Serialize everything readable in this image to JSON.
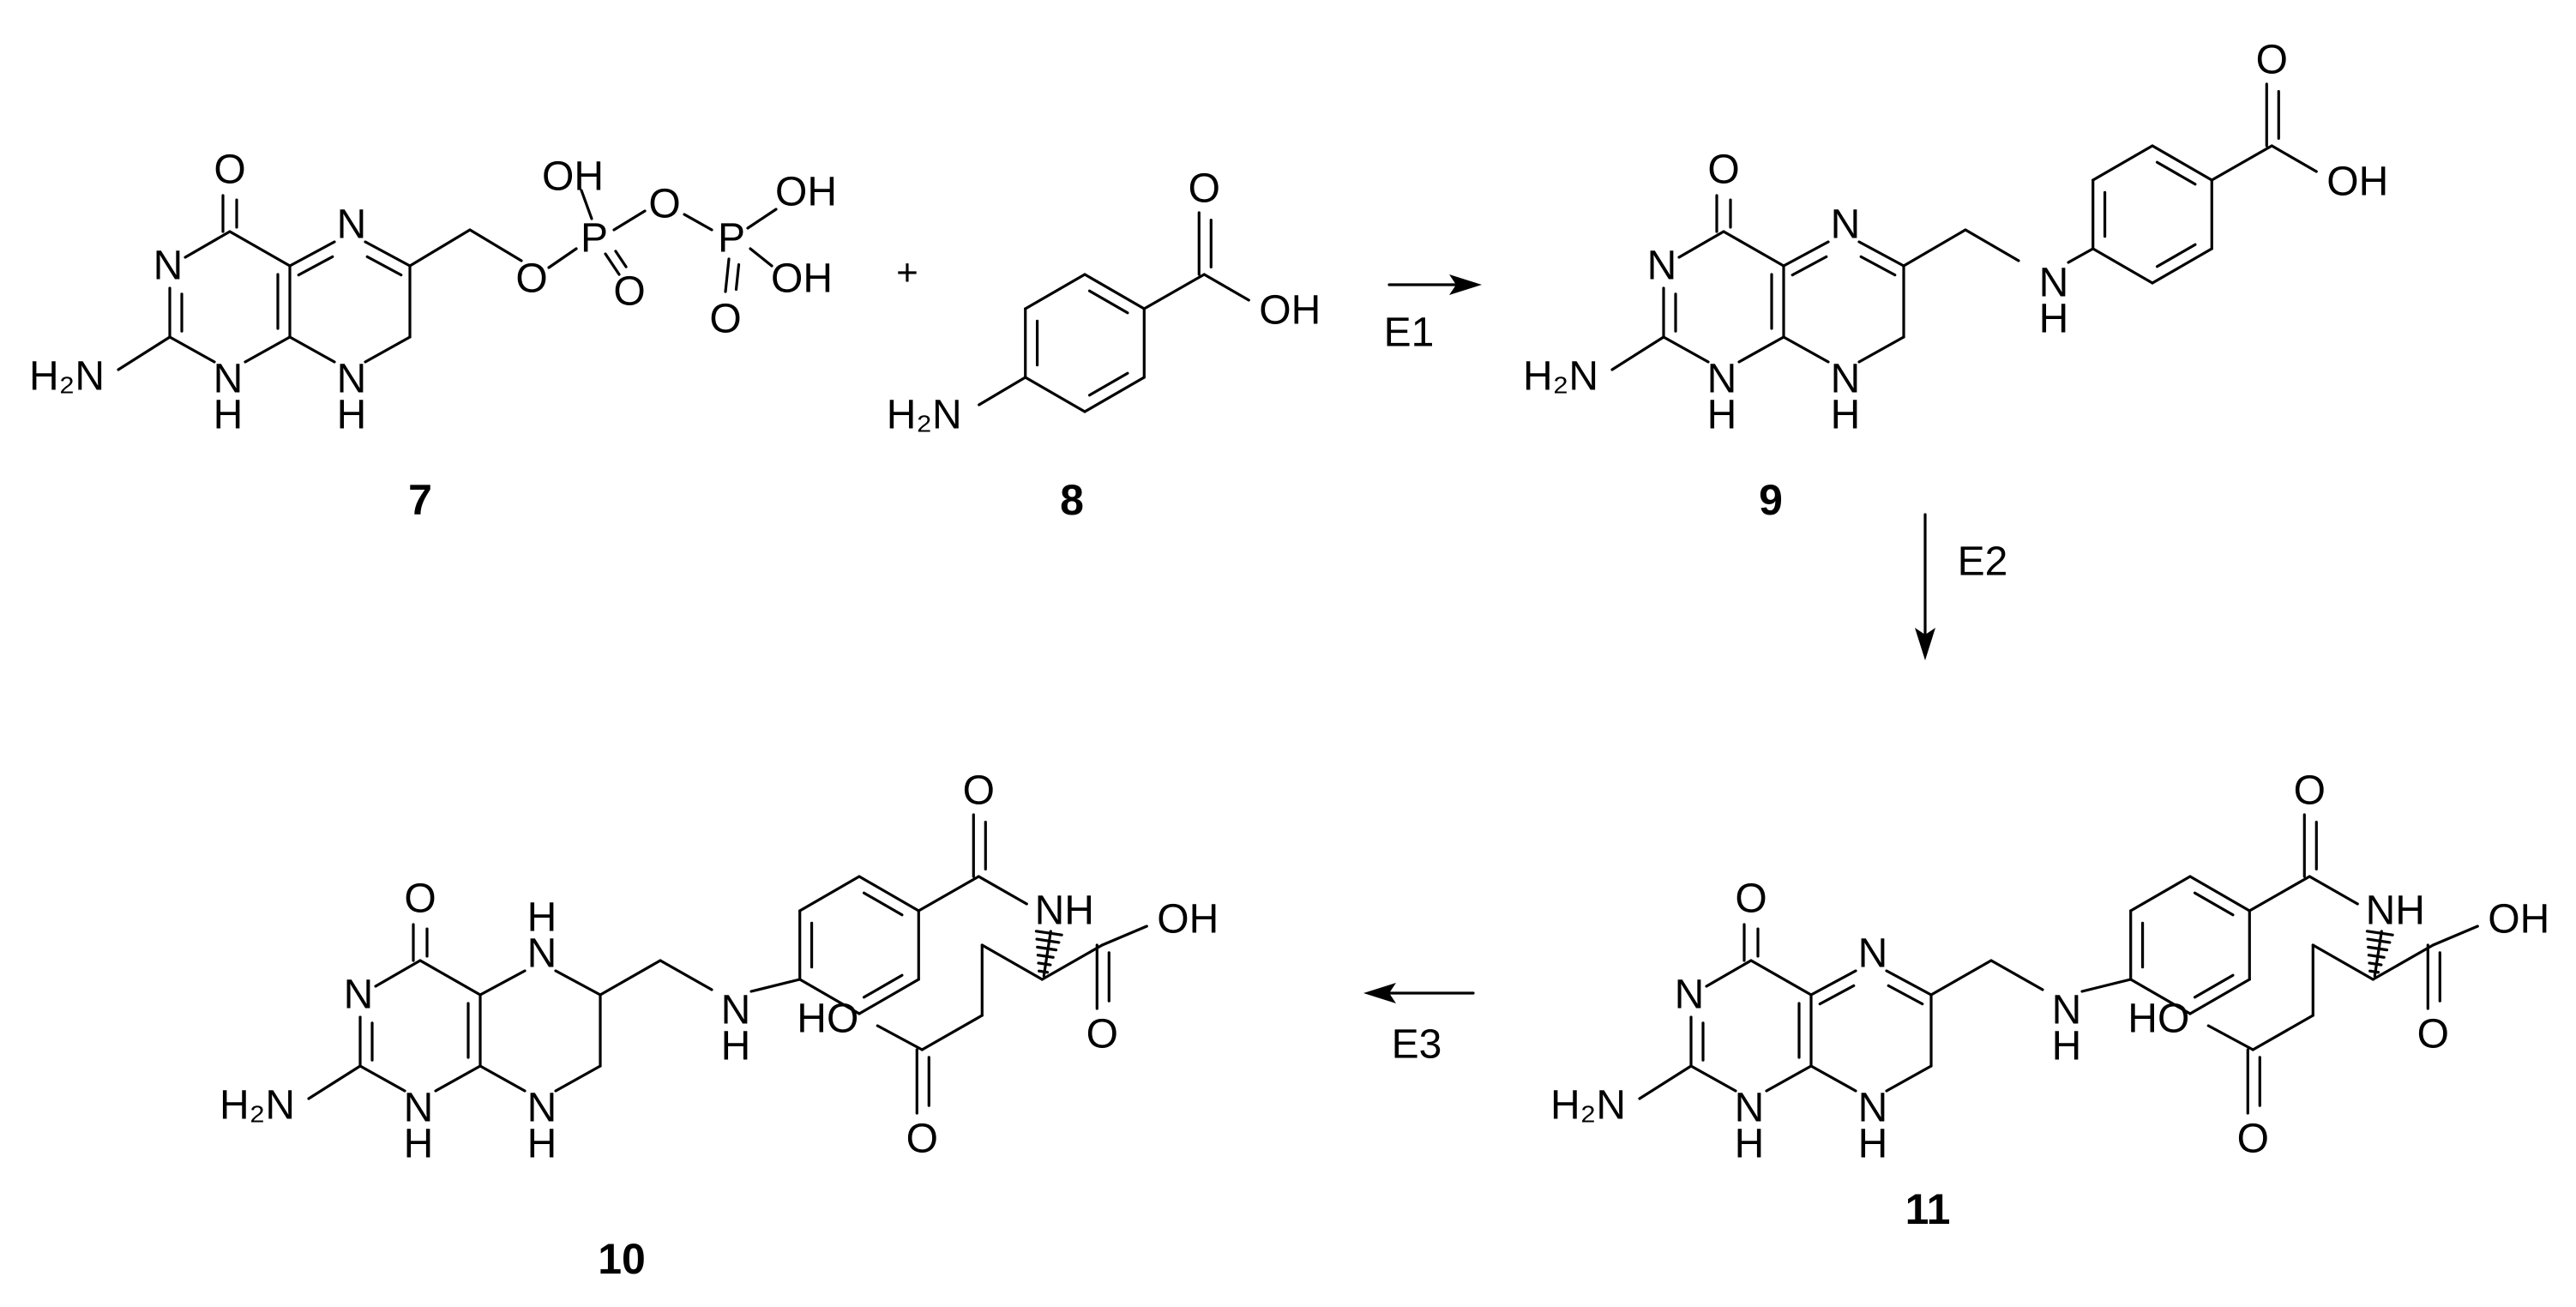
{
  "compounds": {
    "c7": "7",
    "c8": "8",
    "c9": "9",
    "c10": "10",
    "c11": "11"
  },
  "enzymes": {
    "e1": "E1",
    "e2": "E2",
    "e3": "E3"
  },
  "plus": "+",
  "atoms": {
    "O": "O",
    "N": "N",
    "NH": "NH",
    "H": "H",
    "H2N": "H₂N",
    "OH": "OH",
    "HO": "HO",
    "P": "P"
  }
}
